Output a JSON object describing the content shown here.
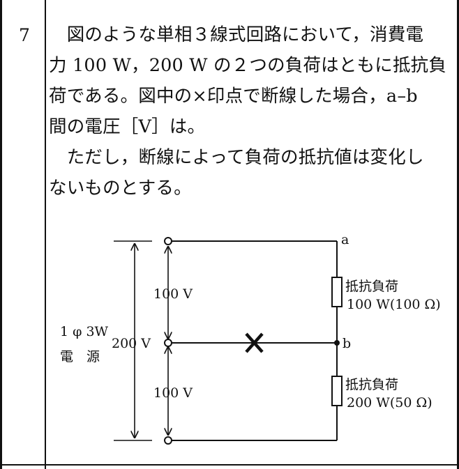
{
  "question": {
    "number": "7",
    "lines": [
      "　図のような単相３線式回路において，消費電",
      "力 100 W，200 W の２つの負荷はともに抵抗負",
      "荷である。図中の×印点で断線した場合，a–b",
      "間の電圧［V］は。",
      "　ただし，断線によって負荷の抵抗値は変化し",
      "ないものとする。"
    ]
  },
  "diagram": {
    "terminal_a": "a",
    "terminal_b": "b",
    "upper_voltage": "100 V",
    "lower_voltage": "100 V",
    "total_voltage": "200 V",
    "source_line1": "1 φ 3W",
    "source_line2": "電　源",
    "load1_label": "抵抗負荷",
    "load1_rating": "100 W(100 Ω)",
    "load2_label": "抵抗負荷",
    "load2_rating": "200 W(50 Ω)",
    "break_mark": "×"
  }
}
